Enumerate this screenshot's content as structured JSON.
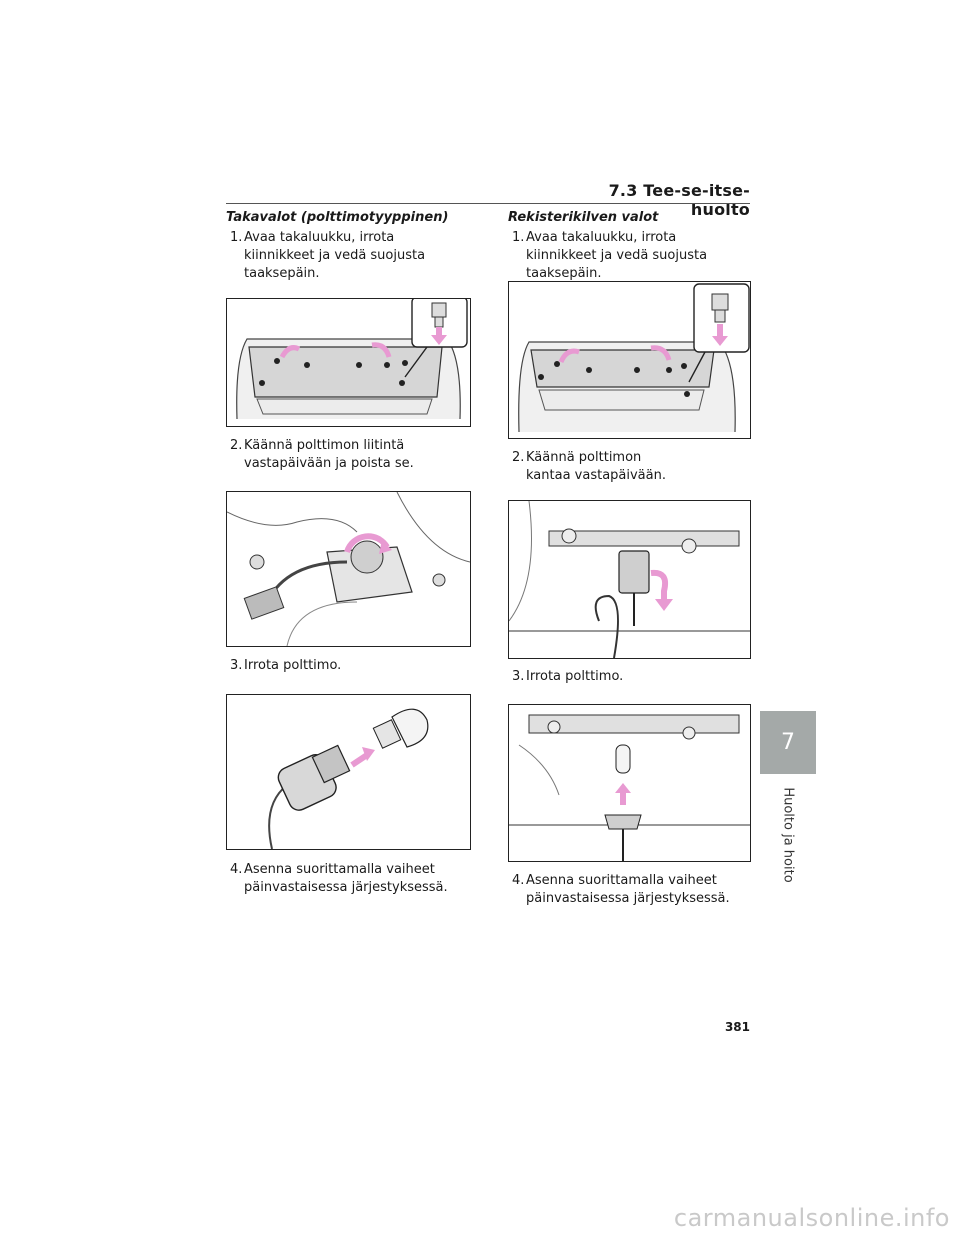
{
  "header": {
    "section": "7.3 Tee-se-itse-huolto"
  },
  "left": {
    "title": "Takavalot (polttimotyyppinen)",
    "steps": [
      {
        "num": "1.",
        "text": "Avaa takaluukku, irrota kiinnikkeet ja vedä suojusta taaksepäin."
      },
      {
        "num": "2.",
        "text": "Käännä polttimon liitintä vastapäivään ja poista se."
      },
      {
        "num": "3.",
        "text": "Irrota polttimo."
      },
      {
        "num": "4.",
        "text": "Asenna suorittamalla vaiheet päinvastaisessa järjestyksessä."
      }
    ]
  },
  "right": {
    "title": "Rekisterikilven valot",
    "steps": [
      {
        "num": "1.",
        "text": "Avaa takaluukku, irrota kiinnikkeet ja vedä suojusta taaksepäin."
      },
      {
        "num": "2.",
        "text": "Käännä polttimon kantaa vastapäivään."
      },
      {
        "num": "3.",
        "text": "Irrota polttimo."
      },
      {
        "num": "4.",
        "text": "Asenna suorittamalla vaiheet päinvastaisessa järjestyksessä."
      }
    ]
  },
  "side_tab": {
    "number": "7",
    "label": "Huolto ja hoito"
  },
  "page_number": "381",
  "watermark": "carmanualsonline.info",
  "colors": {
    "arrow": "#e89ad2",
    "tab": "#a4a9a8"
  }
}
